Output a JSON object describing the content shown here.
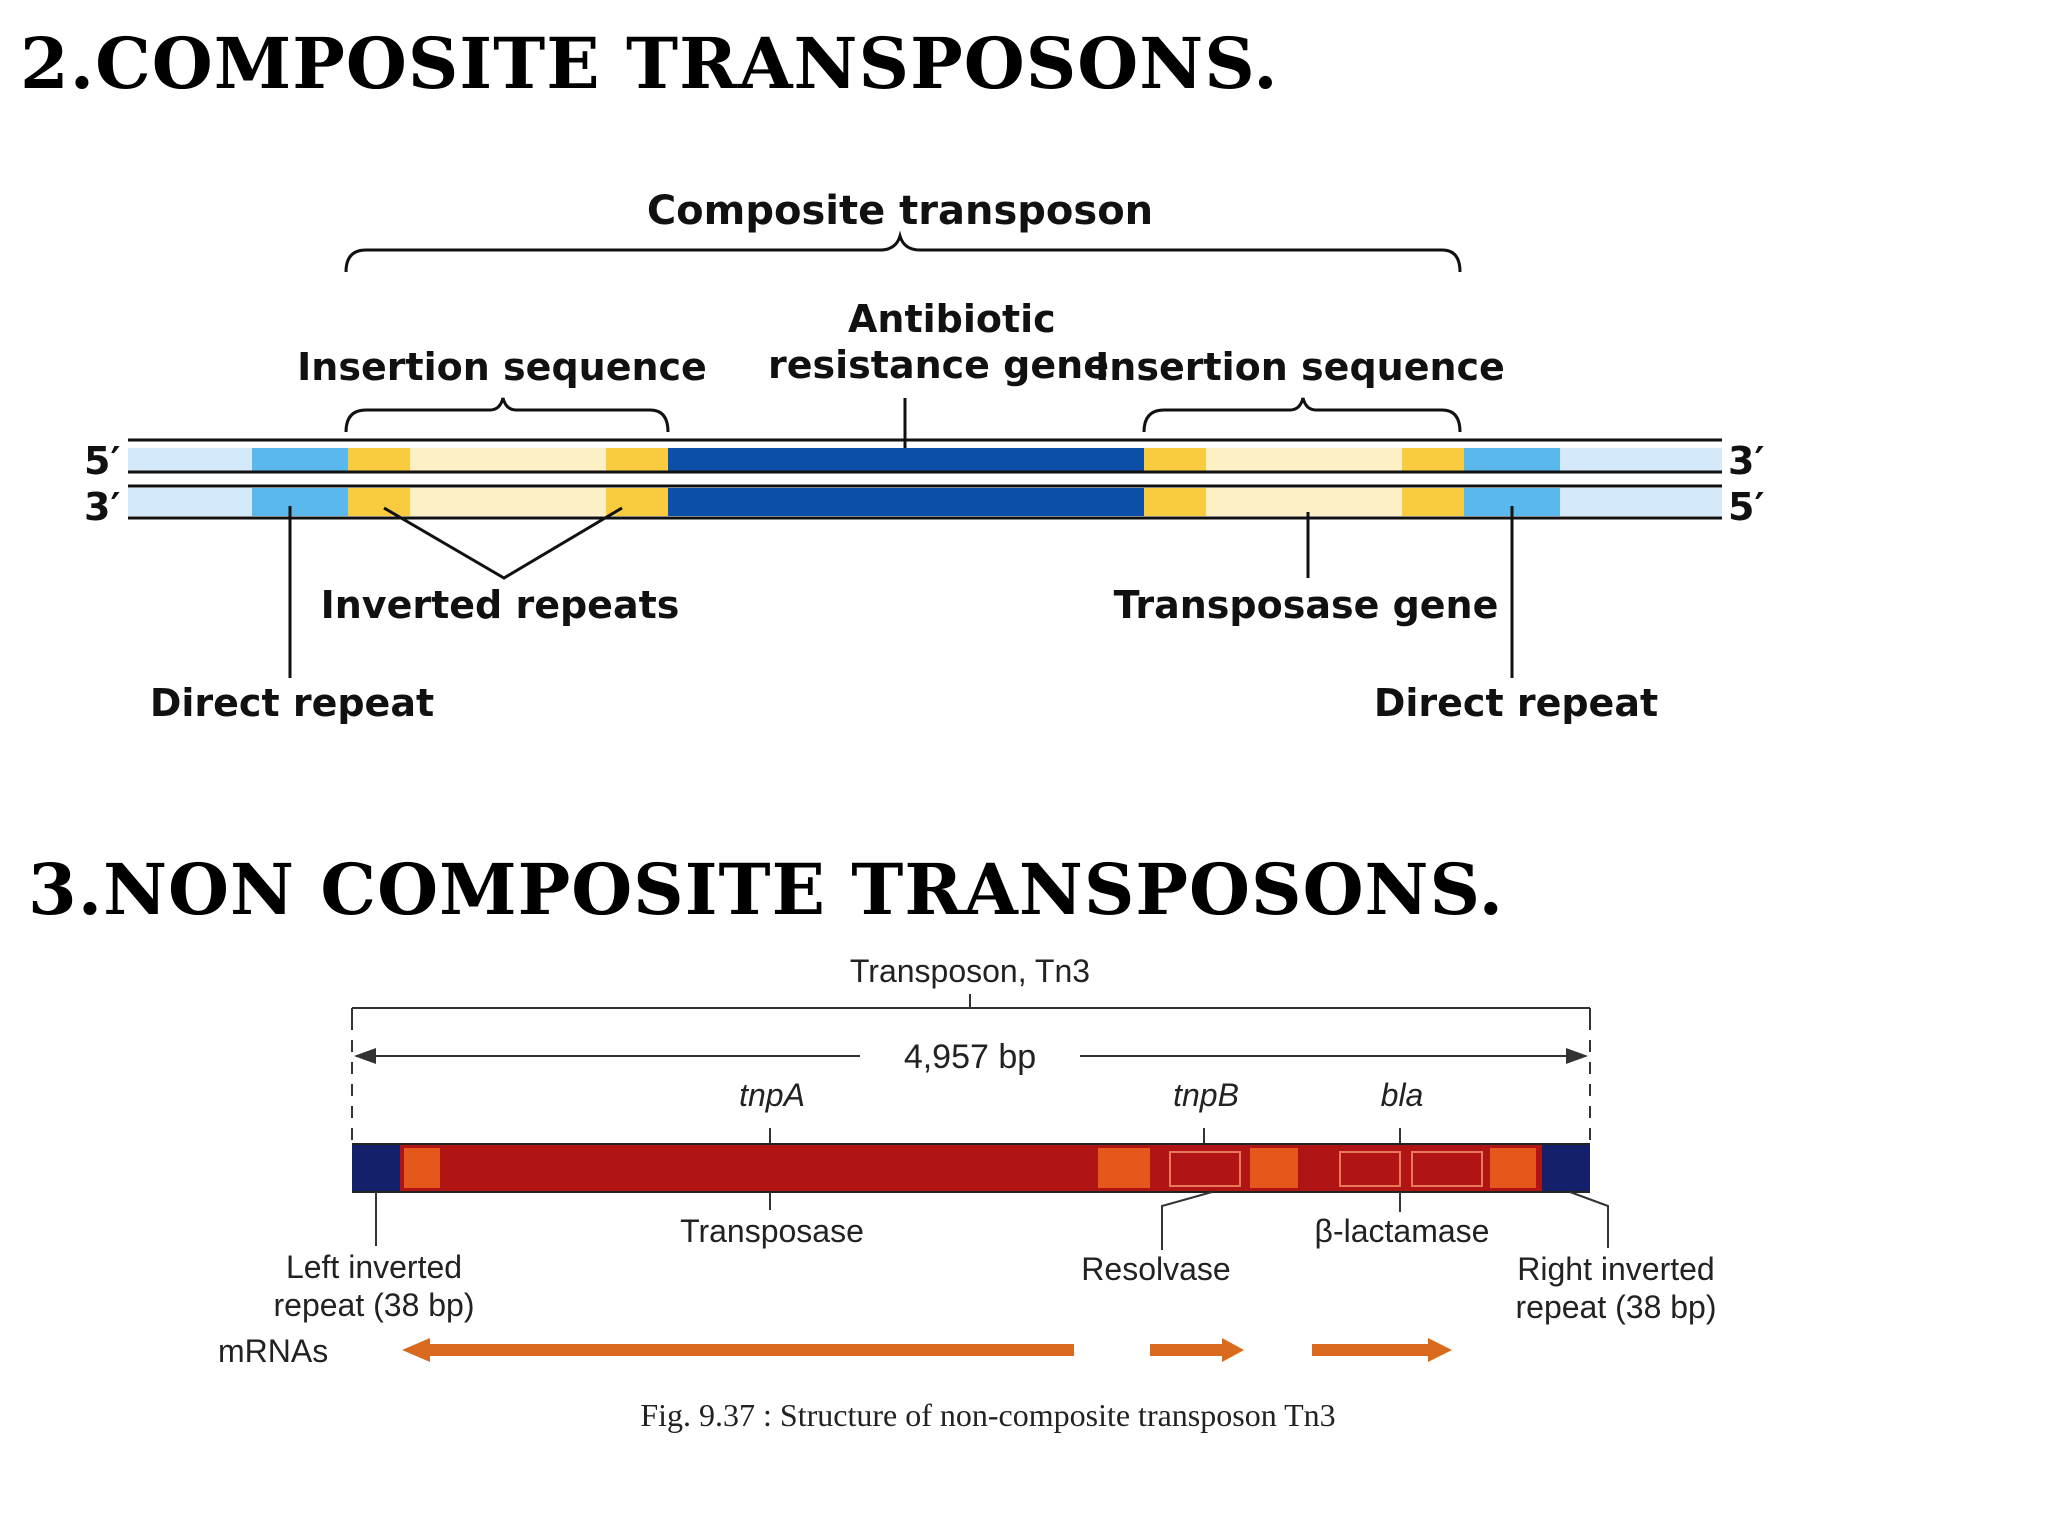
{
  "headings": {
    "composite": "2.COMPOSITE TRANSPOSONS.",
    "non_composite": "3.NON COMPOSITE TRANSPOSONS."
  },
  "composite_diagram": {
    "title": "Composite transposon",
    "antibiotic_line1": "Antibiotic",
    "antibiotic_line2": "resistance gene",
    "insertion_left": "Insertion sequence",
    "insertion_right": "Insertion sequence",
    "inverted_repeats": "Inverted repeats",
    "transposase_gene": "Transposase gene",
    "direct_repeat_left": "Direct repeat",
    "direct_repeat_right": "Direct repeat",
    "strand_top_left": "5′",
    "strand_top_right": "3′",
    "strand_bottom_left": "3′",
    "strand_bottom_right": "5′",
    "colors": {
      "flank": "#d4eafa",
      "direct_repeat": "#5ab8ec",
      "inverted_repeat": "#f9cb3e",
      "is_core": "#fdf0c6",
      "resistance_gene": "#0b4fa8"
    }
  },
  "tn3_diagram": {
    "title": "Transposon, Tn3",
    "length": "4,957 bp",
    "gene_tnpA": "tnpA",
    "gene_tnpB": "tnpB",
    "gene_bla": "bla",
    "transposase": "Transposase",
    "resolvase": "Resolvase",
    "beta_lactamase": "β-lactamase",
    "left_ir_line1": "Left inverted",
    "left_ir_line2": "repeat (38 bp)",
    "right_ir_line1": "Right inverted",
    "right_ir_line2": "repeat (38 bp)",
    "mrnas": "mRNAs",
    "caption": "Fig. 9.37 : Structure of non-composite transposon Tn3",
    "colors": {
      "bar": "#b01414",
      "segment": "#e4581c",
      "repeat": "#14206a",
      "mrna_arrow": "#d9691c"
    }
  }
}
